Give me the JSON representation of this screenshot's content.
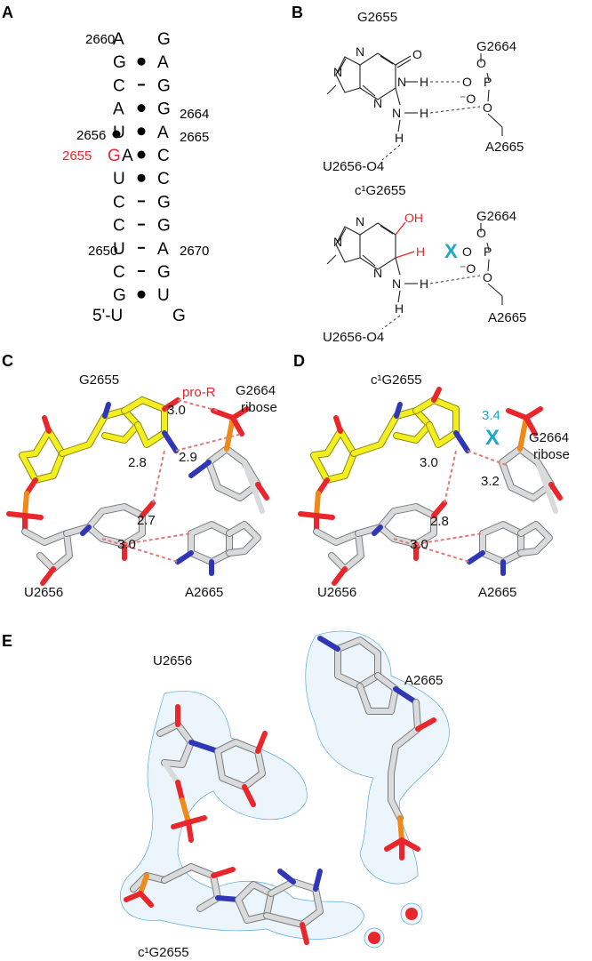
{
  "panels": {
    "a": "A",
    "b": "B",
    "c": "C",
    "d": "D",
    "e": "E"
  },
  "panel_a": {
    "pairs": [
      {
        "l": "A",
        "s": "",
        "r": "G"
      },
      {
        "l": "G",
        "s": "•",
        "r": "A"
      },
      {
        "l": "C",
        "s": "-",
        "r": "G"
      },
      {
        "l": "A",
        "s": "•",
        "r": "G"
      },
      {
        "l": "U",
        "s": "•",
        "r": "A"
      },
      {
        "l": "A",
        "s": "•",
        "r": "C"
      },
      {
        "l": "U",
        "s": "•",
        "r": "C"
      },
      {
        "l": "C",
        "s": "-",
        "r": "G"
      },
      {
        "l": "C",
        "s": "-",
        "r": "G"
      },
      {
        "l": "U",
        "s": "-",
        "r": "A"
      },
      {
        "l": "C",
        "s": "-",
        "r": "G"
      },
      {
        "l": "G",
        "s": "•",
        "r": "U"
      }
    ],
    "n2660": "2660",
    "n2664": "2664",
    "n2665": "2665",
    "n2656": "2656",
    "n2655": "2655",
    "g_bulge": "G",
    "n2650": "2650",
    "n2670": "2670",
    "five_prime": "5'-U",
    "end_g": "G"
  },
  "panel_b": {
    "top": {
      "title": "G2655",
      "g2664": "G2664",
      "a2665": "A2665",
      "u2656": "U2656-O4",
      "o": "O",
      "n": "N",
      "h": "H",
      "p": "P",
      "o_minus": "⁻O"
    },
    "bottom": {
      "title": "c¹G2655",
      "oh": "OH",
      "h": "H",
      "x": "X",
      "g2664": "G2664",
      "a2665": "A2665",
      "u2656": "U2656-O4"
    }
  },
  "panel_c": {
    "title": "G2655",
    "pro_r": "pro-R",
    "g2664": "G2664",
    "ribose": "ribose",
    "d1": "3.0",
    "d2": "2.8",
    "d3": "2.9",
    "d4": "2.7",
    "d5": "3.0",
    "u2656": "U2656",
    "a2665": "A2665"
  },
  "panel_d": {
    "title": "c¹G2655",
    "d_cyan": "3.4",
    "x": "X",
    "g2664": "G2664",
    "ribose": "ribose",
    "d1": "3.0",
    "d2": "3.2",
    "d3": "2.8",
    "d4": "3.0",
    "u2656": "U2656",
    "a2665": "A2665"
  },
  "panel_e": {
    "u2656": "U2656",
    "a2665": "A2665",
    "c1g2655": "c¹G2655"
  },
  "colors": {
    "red": "#e8262b",
    "cyan": "#1aa8c9",
    "carbon_yellow": "#f3ef1f",
    "carbon_white": "#d9dadc",
    "nitrogen": "#2f37b6",
    "oxygen": "#e8262b",
    "phosphorus": "#ef8a18",
    "mesh": "#5aa9dc"
  }
}
